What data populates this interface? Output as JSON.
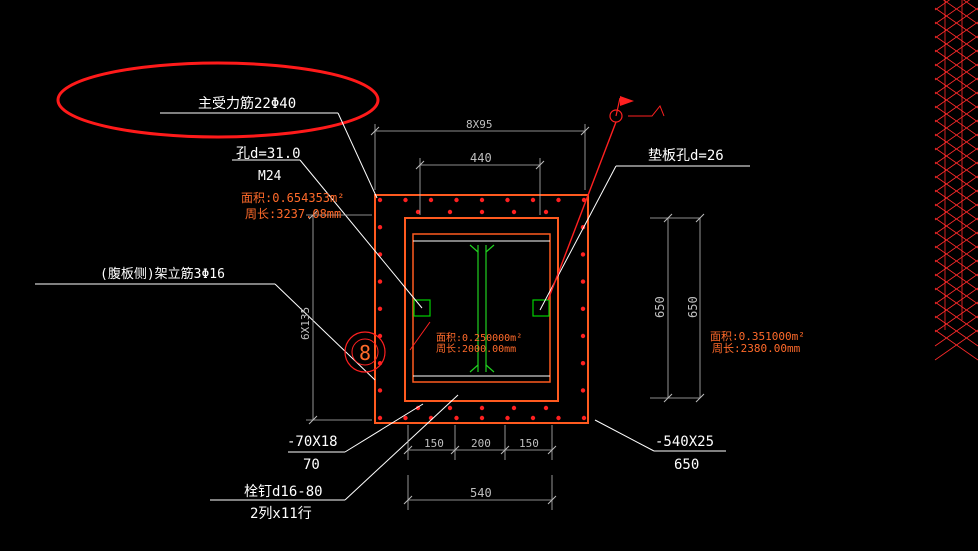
{
  "colors": {
    "background": "#000000",
    "plate": "#ff5a1f",
    "leader": "#ffffff",
    "bolt": "#ff2020",
    "hole": "#00d000",
    "dimension": "#aaaaaa",
    "highlight": "#ff1a1a",
    "truss": "#ff2a2a"
  },
  "labels": {
    "main_rebar": "主受力筋22Φ40",
    "hole_d": "孔d=31.0",
    "bolt_size": "M24",
    "outer_area": "面积:0.654353m²",
    "outer_perimeter": "周长:3237.08mm",
    "pad_hole": "垫板孔d=26",
    "erect_rebar": "(腹板侧)架立筋3Φ16",
    "flange_plate_top": "-70X18",
    "flange_plate_bottom": "70",
    "base_plate_top": "-540X25",
    "base_plate_bottom": "650",
    "stud_top": "栓钉d16-80",
    "stud_bottom": "2列x11行",
    "inner_area": "面积:0.250000m²",
    "inner_perimeter": "周长:2000.00mm",
    "right_area": "面积:0.351000m²",
    "right_perimeter": "周长:2380.00mm",
    "marker": "8"
  },
  "dimensions": {
    "top_total": "8X95",
    "top_inner": "440",
    "left_vertical": "6X135",
    "right_inner": "650",
    "right_outer": "650",
    "bottom_left": "150",
    "bottom_mid": "200",
    "bottom_right": "150",
    "bottom_total": "540"
  }
}
